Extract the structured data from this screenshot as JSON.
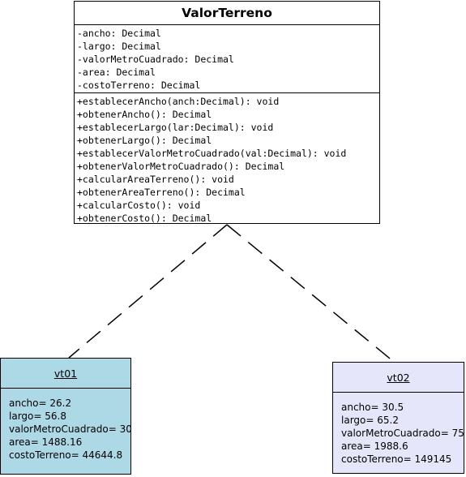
{
  "class": {
    "name": "ValorTerreno",
    "attributes": [
      "-ancho: Decimal",
      "-largo: Decimal",
      "-valorMetroCuadrado: Decimal",
      "-area: Decimal",
      "-costoTerreno: Decimal"
    ],
    "operations": [
      "+establecerAncho(anch:Decimal): void",
      "+obtenerAncho(): Decimal",
      "+establecerLargo(lar:Decimal): void",
      "+obtenerLargo(): Decimal",
      "+establecerValorMetroCuadrado(val:Decimal): void",
      "+obtenerValorMetroCuadrado(): Decimal",
      "+calcularAreaTerreno(): void",
      "+obtenerAreaTerreno(): Decimal",
      "+calcularCosto(): void",
      "+obtenerCosto(): Decimal"
    ]
  },
  "objects": [
    {
      "name": "vt01",
      "fill": "#add8e6",
      "slots": [
        "ancho= 26.2",
        "largo= 56.8",
        "valorMetroCuadrado= 30",
        "area= 1488.16",
        "costoTerreno= 44644.8"
      ]
    },
    {
      "name": "vt02",
      "fill": "#e6e6fa",
      "slots": [
        "ancho= 30.5",
        "largo= 65.2",
        "valorMetroCuadrado= 75",
        "area= 1988.6",
        "costoTerreno= 149145"
      ]
    }
  ],
  "connector_style": "dashed"
}
